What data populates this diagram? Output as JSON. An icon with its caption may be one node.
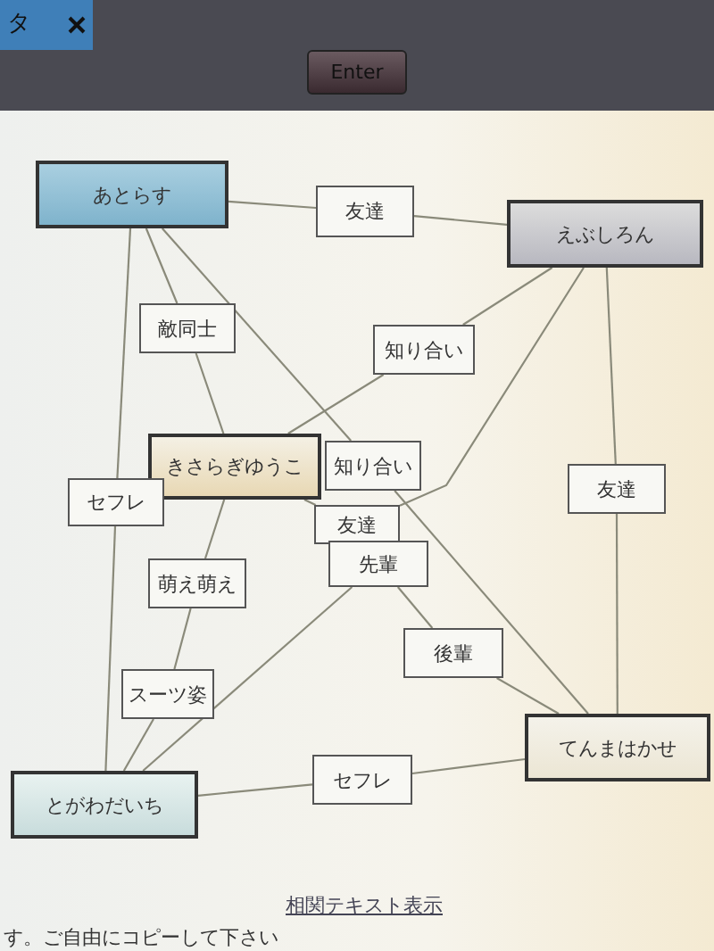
{
  "diagram": {
    "nodes": [
      {
        "text": [
          "あとらす"
        ]
      },
      {
        "text": [
          "友達"
        ]
      },
      {
        "text": [
          "えぶしろん"
        ]
      },
      {
        "text": [
          "敵同士"
        ]
      },
      {
        "text": [
          "知り合い"
        ]
      },
      {
        "text": [
          "きさらぎゆうこ"
        ]
      },
      {
        "text": [
          "知り合い"
        ]
      },
      {
        "text": [
          "セフレ"
        ]
      },
      {
        "text": [
          "友達"
        ]
      },
      {
        "text": [
          "友達"
        ]
      },
      {
        "text": [
          "先輩"
        ]
      },
      {
        "text": [
          "萌え萌え"
        ]
      },
      {
        "text": [
          "後輩"
        ]
      },
      {
        "text": [
          "スーツ姿"
        ]
      },
      {
        "text": [
          "てんまはかせ"
        ]
      },
      {
        "text": [
          "とがわだいち"
        ]
      },
      {
        "text": [
          "セフレ"
        ]
      }
    ],
    "edges": [
      {
        "from": 0,
        "to": 1,
        "arrow": "none"
      },
      {
        "from": 1,
        "to": 2,
        "arrow": "none"
      },
      {
        "from": 0,
        "to": 3,
        "arrow": "none"
      },
      {
        "from": 3,
        "to": 5,
        "arrow": "none"
      },
      {
        "from": 2,
        "to": 4,
        "arrow": "none"
      },
      {
        "from": 4,
        "to": 5,
        "arrow": "none"
      },
      {
        "from": 0,
        "to": 6,
        "arrow": "none"
      },
      {
        "from": 6,
        "to": 14,
        "arrow": "none"
      },
      {
        "from": 2,
        "to": 9,
        "arrow": "none"
      },
      {
        "from": 9,
        "to": 5,
        "arrow": "none"
      },
      {
        "from": 0,
        "to": 7,
        "arrow": "none"
      },
      {
        "from": 7,
        "to": 15,
        "arrow": "none"
      },
      {
        "from": 5,
        "to": 11,
        "arrow": "none"
      },
      {
        "from": 11,
        "to": 13,
        "arrow": "none"
      },
      {
        "from": 13,
        "to": 15,
        "arrow": "none"
      },
      {
        "from": 15,
        "to": 10,
        "arrow": "none"
      },
      {
        "from": 10,
        "to": 12,
        "arrow": "none"
      },
      {
        "from": 12,
        "to": 14,
        "arrow": "none"
      },
      {
        "from": 2,
        "to": 8,
        "arrow": "none"
      },
      {
        "from": 8,
        "to": 14,
        "arrow": "none"
      },
      {
        "from": 15,
        "to": 16,
        "arrow": "none"
      },
      {
        "from": 16,
        "to": 14,
        "arrow": "none"
      }
    ],
    "labels": [
      "タ",
      "Enter",
      "相関テキスト表示",
      "す。ご自由にコピーして下さい"
    ]
  }
}
